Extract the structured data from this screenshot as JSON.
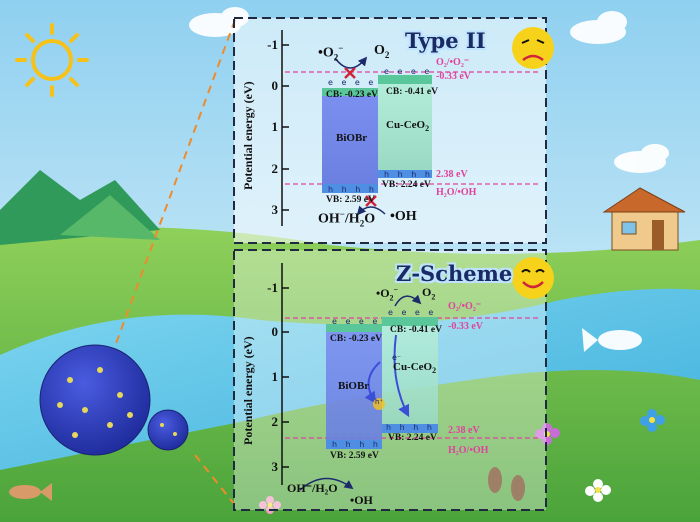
{
  "colors": {
    "sky_top": "#9fd7f3",
    "sky_bottom": "#dff2f8",
    "grass": "#73c04a",
    "river": "#5fc6e6",
    "biobr": "#6f84e6",
    "ceo2_upper": "#a6e6cf",
    "cb_band": "#59c79a",
    "vb_band": "#4f8fe3",
    "pink": "#e0439b",
    "sun": "#f6c21a"
  },
  "icons": [
    "sun-icon",
    "sad-face-icon",
    "happy-face-icon",
    "cloud-icon",
    "mountain-icon",
    "house-icon",
    "fish-icon",
    "nanosphere-icon",
    "footprints-icon",
    "flower-icon",
    "cross-mark-icon"
  ],
  "type2": {
    "title": "Type II",
    "axis_label": "Potential energy (eV)",
    "ticks": [
      "-1",
      "0",
      "1",
      "2",
      "3"
    ],
    "biobr_label": "BiOBr",
    "ceo2_label": "Cu-CeO",
    "ceo2_sub": "2",
    "cb_biobr": "CB: -0.23 eV",
    "cb_ceo2": "CB: -0.41 eV",
    "vb_biobr": "VB: 2.59 eV",
    "vb_ceo2": "VB: 2.24 eV",
    "o2_radical": "•O",
    "o2_radical_sup": "2",
    "o2": "O",
    "o2_sub": "2",
    "oh_h2o": "OH",
    "oh_radical": "•OH",
    "redox_o2": "O₂/•O₂⁻",
    "redox_o2_val": "-0.33 eV",
    "redox_oh_val": "2.38 eV",
    "redox_oh": "H₂O/•OH",
    "electron": "e⁻",
    "hole": "h⁺"
  },
  "zscheme": {
    "title": "Z-Scheme",
    "axis_label": "Potential energy (eV)",
    "ticks": [
      "-1",
      "0",
      "1",
      "2",
      "3"
    ],
    "biobr_label": "BiOBr",
    "ceo2_label": "Cu-CeO",
    "ceo2_sub": "2",
    "cb_biobr": "CB: -0.23 eV",
    "cb_ceo2": "CB: -0.41 eV",
    "vb_biobr": "VB: 2.59 eV",
    "vb_ceo2": "VB: 2.24 eV",
    "o2_radical": "•O",
    "o2": "O",
    "oh_h2o": "OH⁻/H₂O",
    "oh_radical": "•OH",
    "redox_o2": "O₂/•O₂⁻",
    "redox_o2_val": "-0.33 eV",
    "redox_oh_val": "2.38 eV",
    "redox_oh": "H₂O/•OH",
    "electron": "e⁻",
    "hole": "h⁺"
  }
}
